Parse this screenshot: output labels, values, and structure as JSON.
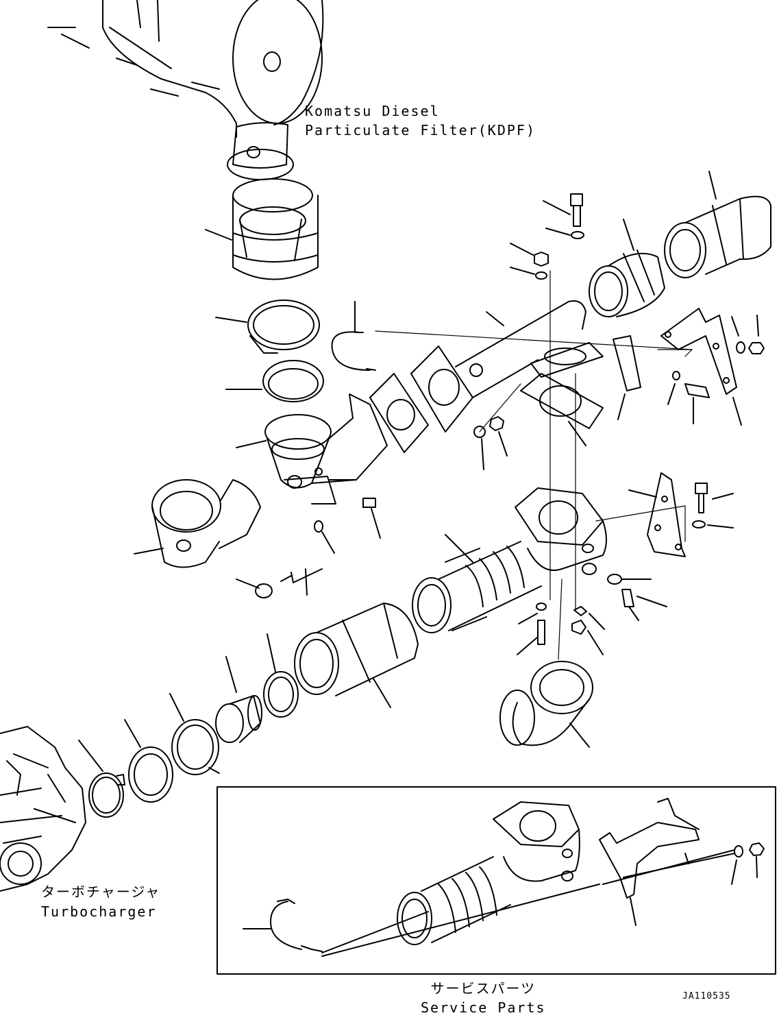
{
  "labels": {
    "kdpf_line1": "Komatsu Diesel",
    "kdpf_line2": "Particulate Filter(KDPF)",
    "turbo_jp": "ターボチャージャ",
    "turbo_en": "Turbocharger",
    "service_jp": "サービスパーツ",
    "service_en": "Service Parts",
    "drawing_code": "JA110535"
  }
}
